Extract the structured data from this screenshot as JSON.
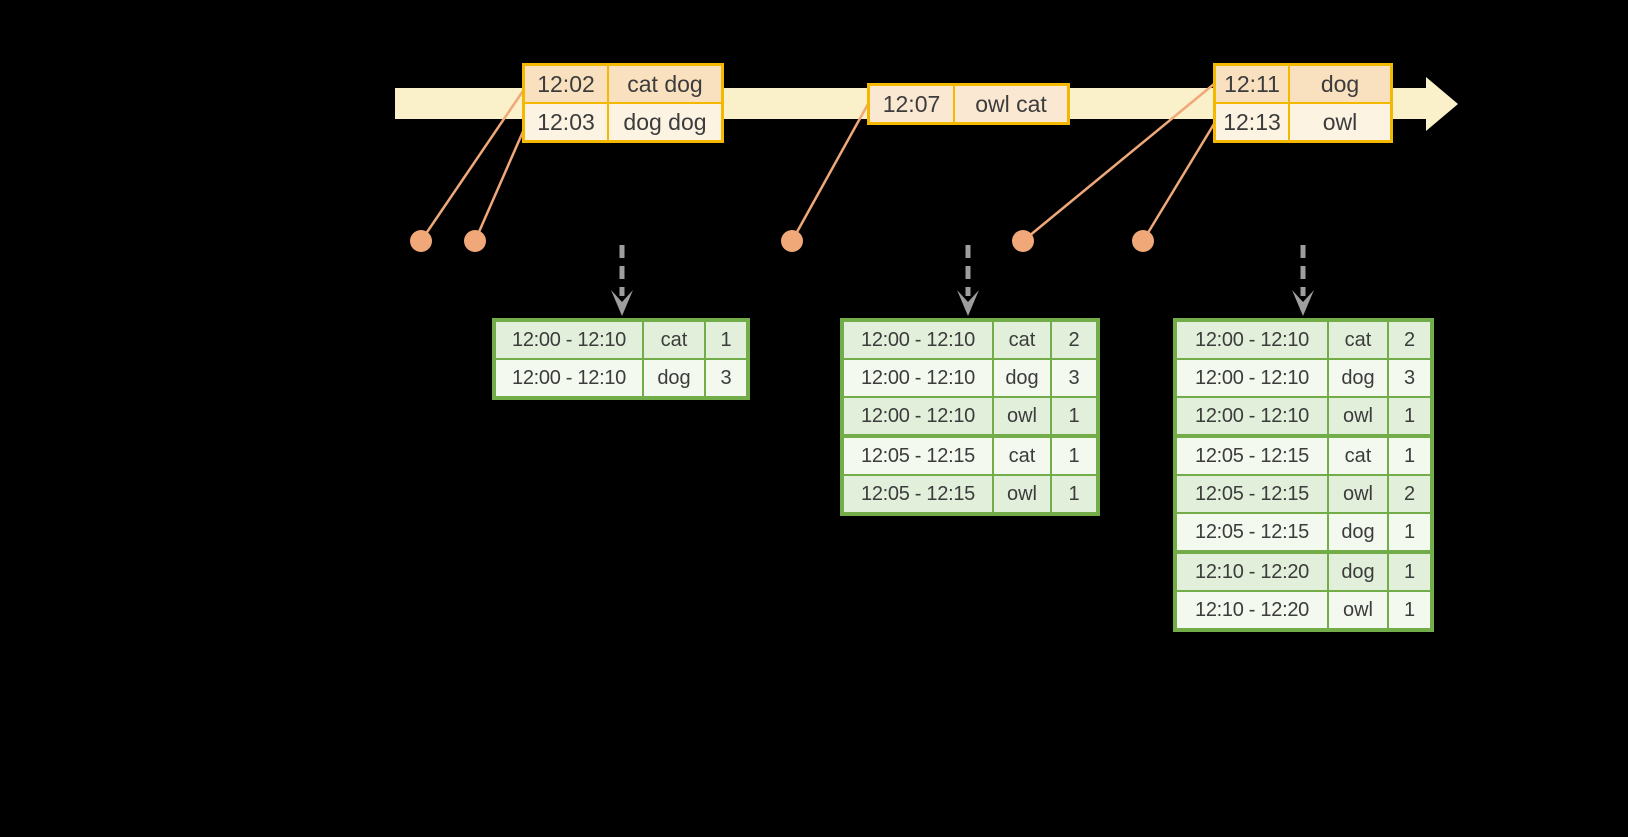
{
  "colors": {
    "background": "#000000",
    "timeline_fill": "#FAF0C9",
    "event_table_border": "#F5B800",
    "event_row_peach": "#F9E1C0",
    "event_row_cream": "#FDF3E3",
    "event_row_peach_light": "#FBE8D2",
    "marker_orange": "#F0A878",
    "trigger_arrow_gray": "#9E9E9E",
    "result_table_border": "#72AD4A",
    "result_row_green": "#E2EFDA",
    "result_row_white": "#F3F9EF",
    "text": "#3C3C3C"
  },
  "event_tables": [
    {
      "rows": [
        {
          "time": "12:02",
          "words": "cat dog"
        },
        {
          "time": "12:03",
          "words": "dog dog"
        }
      ]
    },
    {
      "rows": [
        {
          "time": "12:07",
          "words": "owl cat"
        }
      ]
    },
    {
      "rows": [
        {
          "time": "12:11",
          "words": "dog"
        },
        {
          "time": "12:13",
          "words": "owl"
        }
      ]
    }
  ],
  "result_tables": [
    {
      "group_sizes": [
        2
      ],
      "rows": [
        {
          "window": "12:00 - 12:10",
          "word": "cat",
          "count": "1"
        },
        {
          "window": "12:00 - 12:10",
          "word": "dog",
          "count": "3"
        }
      ]
    },
    {
      "group_sizes": [
        3,
        2
      ],
      "rows": [
        {
          "window": "12:00 - 12:10",
          "word": "cat",
          "count": "2"
        },
        {
          "window": "12:00 - 12:10",
          "word": "dog",
          "count": "3"
        },
        {
          "window": "12:00 - 12:10",
          "word": "owl",
          "count": "1"
        },
        {
          "window": "12:05 - 12:15",
          "word": "cat",
          "count": "1"
        },
        {
          "window": "12:05 - 12:15",
          "word": "owl",
          "count": "1"
        }
      ]
    },
    {
      "group_sizes": [
        3,
        3,
        2
      ],
      "rows": [
        {
          "window": "12:00 - 12:10",
          "word": "cat",
          "count": "2"
        },
        {
          "window": "12:00 - 12:10",
          "word": "dog",
          "count": "3"
        },
        {
          "window": "12:00 - 12:10",
          "word": "owl",
          "count": "1"
        },
        {
          "window": "12:05 - 12:15",
          "word": "cat",
          "count": "1"
        },
        {
          "window": "12:05 - 12:15",
          "word": "owl",
          "count": "2"
        },
        {
          "window": "12:05 - 12:15",
          "word": "dog",
          "count": "1"
        },
        {
          "window": "12:10 - 12:20",
          "word": "dog",
          "count": "1"
        },
        {
          "window": "12:10 - 12:20",
          "word": "owl",
          "count": "1"
        }
      ]
    }
  ]
}
